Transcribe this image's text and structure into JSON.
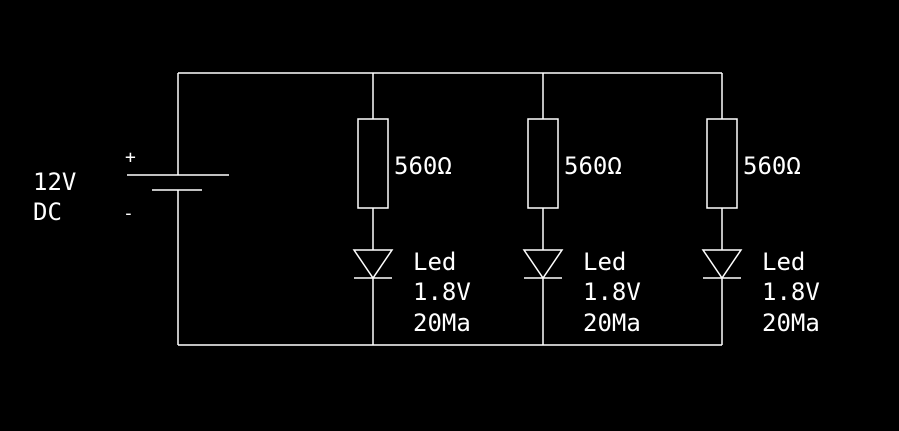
{
  "colors": {
    "background": "#000000",
    "stroke": "#ffffff"
  },
  "source": {
    "voltage_label": "12V",
    "type_label": "DC",
    "plus_label": "+",
    "minus_label": "-"
  },
  "branches": [
    {
      "resistor_label": "560Ω",
      "led_name": "Led",
      "led_voltage": "1.8V",
      "led_current": "20Ma"
    },
    {
      "resistor_label": "560Ω",
      "led_name": "Led",
      "led_voltage": "1.8V",
      "led_current": "20Ma"
    },
    {
      "resistor_label": "560Ω",
      "led_name": "Led",
      "led_voltage": "1.8V",
      "led_current": "20Ma"
    }
  ]
}
